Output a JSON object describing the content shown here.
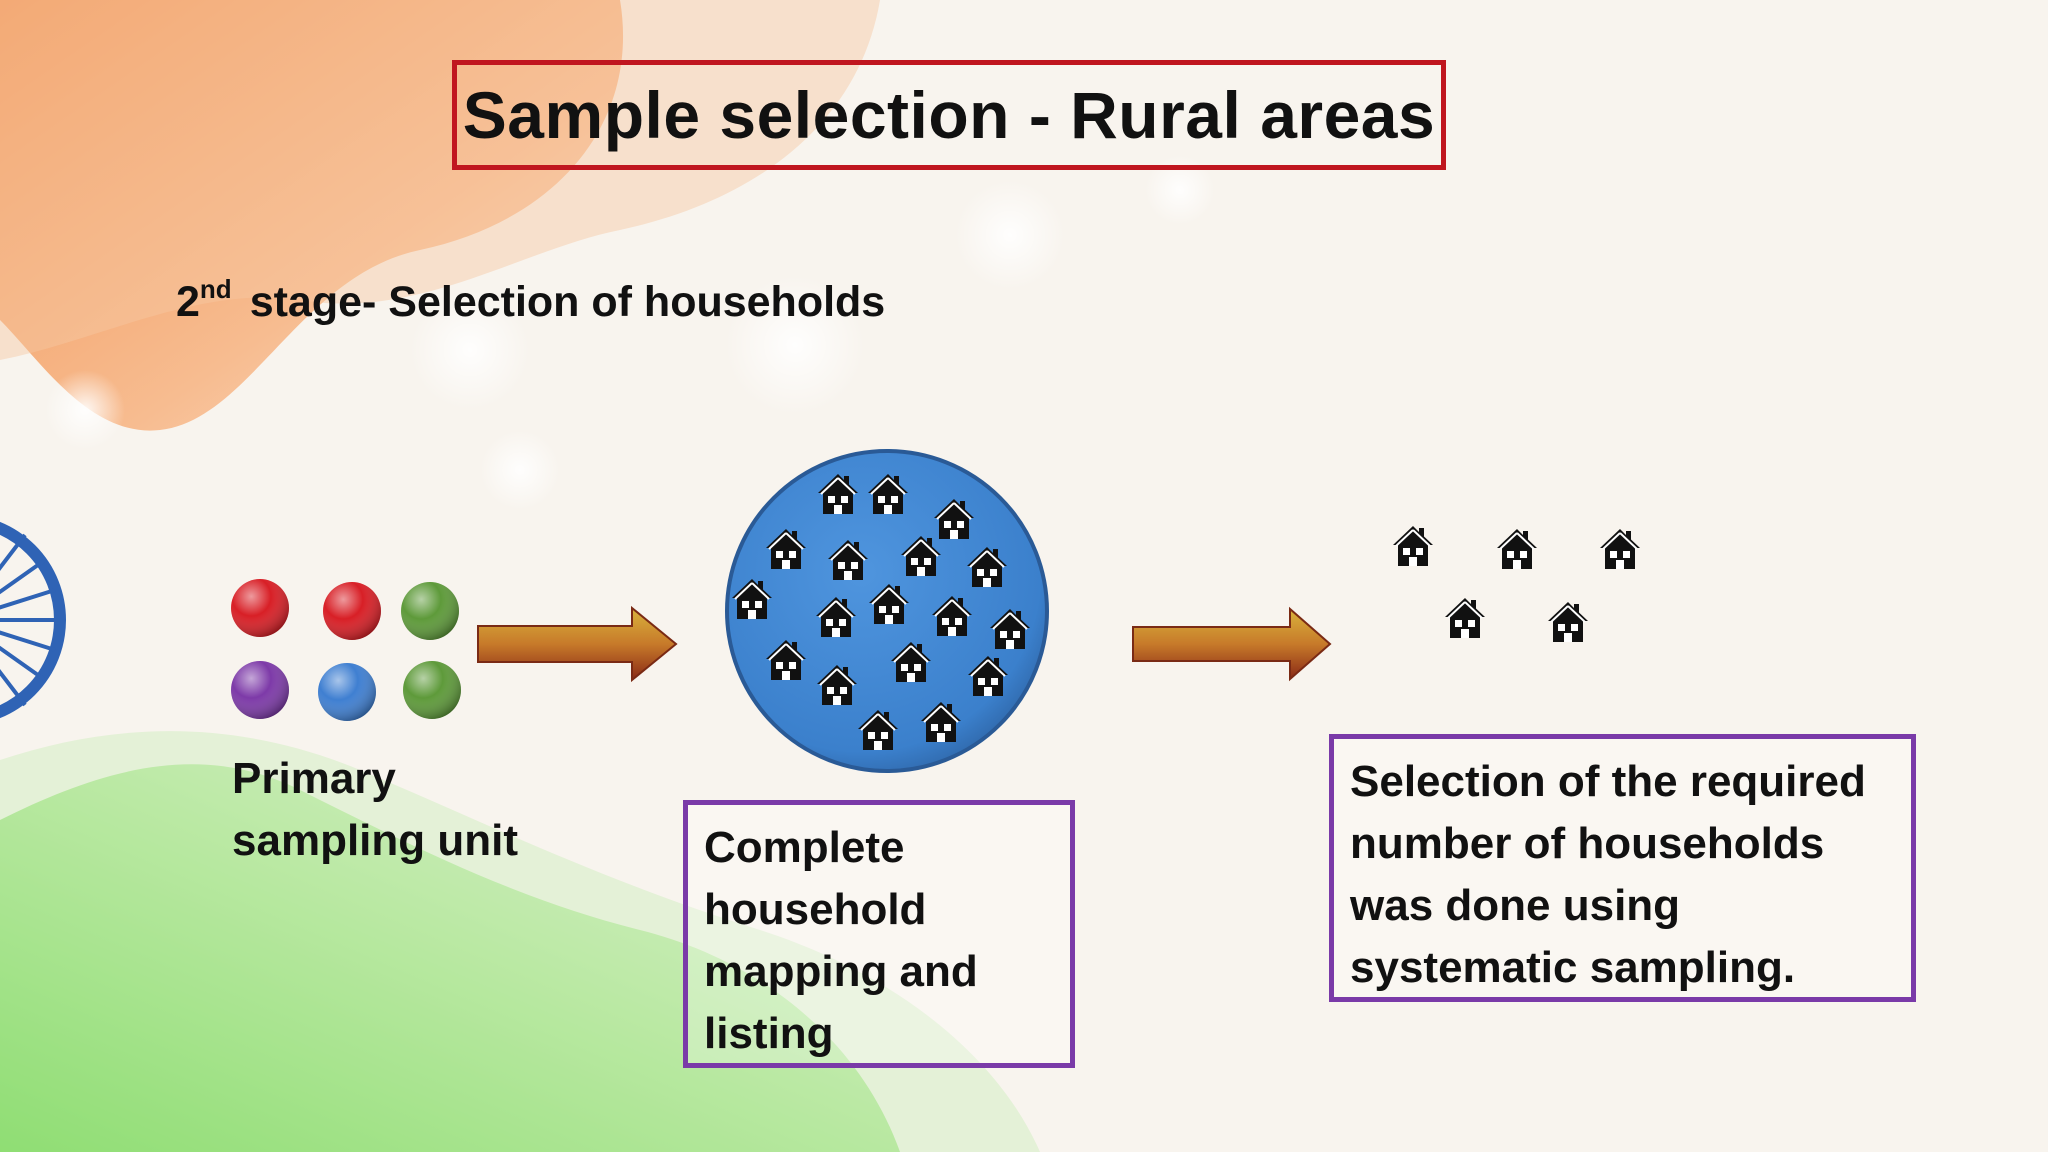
{
  "slide": {
    "title": "Sample selection - Rural areas",
    "stage_prefix": "2",
    "stage_superscript": "nd",
    "stage_text": "stage- Selection of households"
  },
  "primary_sampling_unit": {
    "label": "Primary\nsampling unit",
    "dot_colors": [
      "#d81f26",
      "#d81f26",
      "#5e9a3a",
      "#7d3aa8",
      "#3f7fd1",
      "#5e9a3a"
    ]
  },
  "mapping": {
    "label": "Complete\nhousehold\nmapping and\nlisting",
    "circle_color": "#3b80cc"
  },
  "selection": {
    "label": "Selection of the required\nnumber of households\nwas done using\nsystematic sampling."
  },
  "colors": {
    "title_border": "#c0161f",
    "box_border": "#7a3aa8",
    "arrow_start": "#d4a52a",
    "arrow_end": "#b0321c"
  },
  "icons": [
    "house-icon",
    "arrow-right-icon",
    "chakra-wheel-icon"
  ]
}
